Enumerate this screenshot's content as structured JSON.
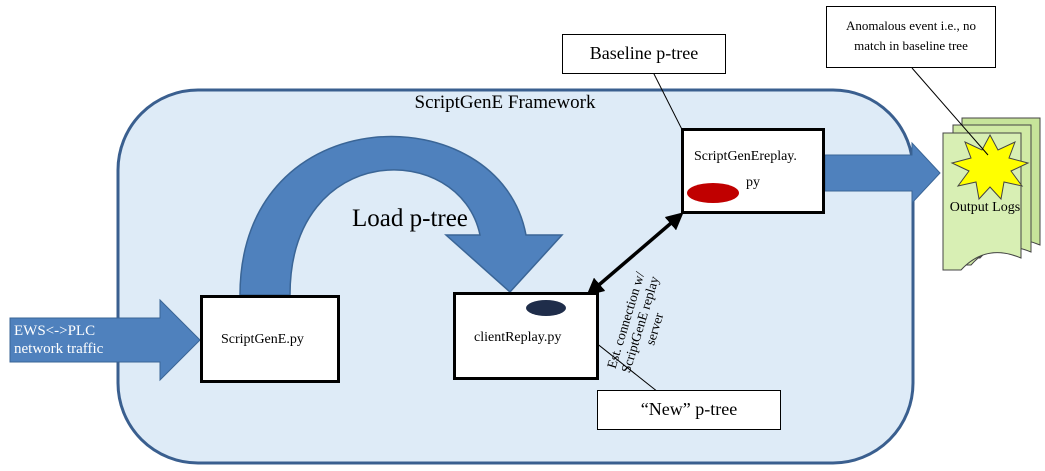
{
  "framework": {
    "title": "ScriptGenE Framework"
  },
  "input": {
    "label_line1": "EWS<->PLC",
    "label_line2": "network  traffic"
  },
  "scriptgene": {
    "label": "ScriptGenE.py"
  },
  "load_ptree": {
    "label": "Load p-tree"
  },
  "client_replay": {
    "label": "clientReplay.py"
  },
  "replay_server": {
    "label_line1": "ScriptGenEreplay.",
    "label_line2": "py"
  },
  "connection": {
    "label_line1": "Est. connection  w/",
    "label_line2": "ScriptGenE  replay",
    "label_line3": "server"
  },
  "baseline_callout": {
    "label": "Baseline p-tree"
  },
  "new_callout": {
    "label": "“New” p-tree"
  },
  "anomaly_callout": {
    "label_line1": "Anomalous  event i.e., no",
    "label_line2": "match  in baseline  tree"
  },
  "output_logs": {
    "label": "Output Logs"
  },
  "colors": {
    "framework_fill": "#deebf7",
    "framework_border": "#3a5f8f",
    "arrow_blue": "#4f81bd",
    "red_ellipse": "#c00000",
    "navy_ellipse": "#1f2d4a",
    "doc_fill": "#d8efb4",
    "starburst": "#ffff00"
  }
}
